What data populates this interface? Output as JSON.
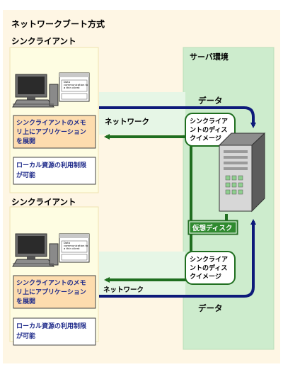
{
  "title": "ネットワークブート方式",
  "clients": [
    {
      "heading": "シンクライアント",
      "box_expand": [
        "シンクライアントのメモ",
        "リ上にアプリケーション",
        "を展開"
      ],
      "box_limit": [
        "ローカル資源の利用制限",
        "が可能"
      ],
      "network_label": "ネットワーク",
      "data_label": "データ",
      "image_label": [
        "シンクライア",
        "ントのディス",
        "クイメージ"
      ]
    },
    {
      "heading": "シンクライアント",
      "box_expand": [
        "シンクライアントのメモ",
        "リ上にアプリケーション",
        "を展開"
      ],
      "box_limit": [
        "ローカル資源の利用制限",
        "が可能"
      ],
      "network_label": "ネットワーク",
      "data_label": "データ",
      "image_label": [
        "シンクライア",
        "ントのディス",
        "クイメージ"
      ]
    }
  ],
  "server": {
    "heading": "サーバ環境",
    "virtual_disk_label": "仮想ディスク"
  },
  "doc_icon_text": [
    "Data",
    "communication to",
    "a thin client"
  ],
  "colors": {
    "outer_bg": "#fef6e4",
    "client_panel": "#fefde2",
    "server_panel": "#cdeccd",
    "blue_arrow": "#0d1a7a",
    "green_arrow": "#1f6e1f",
    "green_band": "#e6f6e6",
    "orange_box": "#fddcae",
    "virtual_disk": "#2f8a2f"
  },
  "icons": [
    "computer-icon",
    "document-icon",
    "server-icon"
  ]
}
